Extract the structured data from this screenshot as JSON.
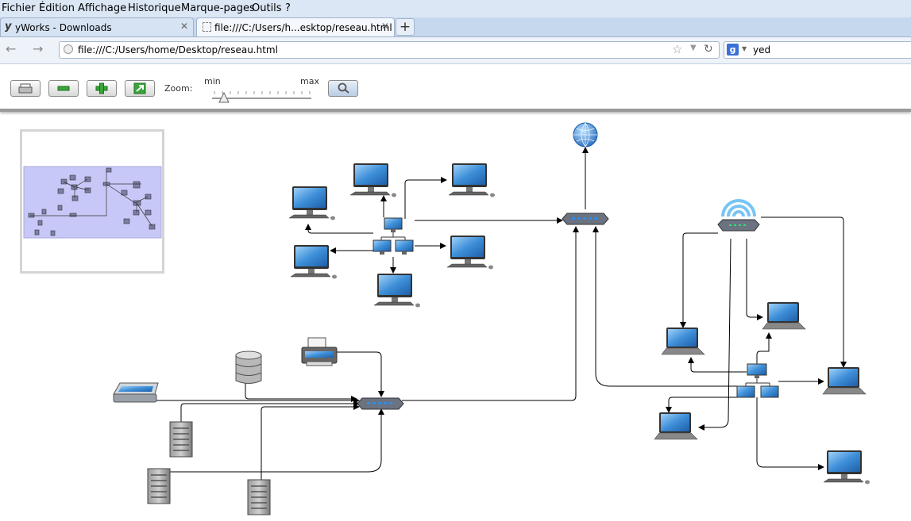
{
  "menu": [
    "Fichier",
    "Édition",
    "Affichage",
    "Historique",
    "Marque-pages",
    "Outils",
    "?"
  ],
  "tabs": [
    {
      "label": "yWorks - Downloads",
      "icon": "yworks-icon",
      "active": false
    },
    {
      "label": "file:///C:/Users/h...esktop/reseau.html",
      "icon": "page-icon",
      "active": true
    }
  ],
  "new_tab_label": "+",
  "url": "file:///C:/Users/home/Desktop/reseau.html",
  "search": {
    "engine": "google-icon",
    "value": "yed"
  },
  "toolbar": {
    "buttons": [
      "print-icon",
      "zoom-out-icon",
      "zoom-in-icon",
      "fit-content-icon",
      "search-icon"
    ],
    "zoom_label": "Zoom:",
    "zoom_min": "min",
    "zoom_max": "max",
    "zoom_level": 0.1
  },
  "diagram": {
    "nodes": [
      {
        "id": "internet",
        "type": "globe"
      },
      {
        "id": "pc1",
        "type": "desktop"
      },
      {
        "id": "pc2",
        "type": "desktop"
      },
      {
        "id": "pc3",
        "type": "desktop"
      },
      {
        "id": "pc4",
        "type": "desktop"
      },
      {
        "id": "pc5",
        "type": "desktop"
      },
      {
        "id": "pc6",
        "type": "desktop"
      },
      {
        "id": "lan_switch",
        "type": "network-hub"
      },
      {
        "id": "main_router",
        "type": "switch"
      },
      {
        "id": "server_switch",
        "type": "switch"
      },
      {
        "id": "printer",
        "type": "printer"
      },
      {
        "id": "database",
        "type": "database"
      },
      {
        "id": "scanner",
        "type": "scanner"
      },
      {
        "id": "srv1",
        "type": "server"
      },
      {
        "id": "srv2",
        "type": "server"
      },
      {
        "id": "srv3",
        "type": "server"
      },
      {
        "id": "wifi_router",
        "type": "wireless-router"
      },
      {
        "id": "wlan_hub",
        "type": "network-hub"
      },
      {
        "id": "laptop1",
        "type": "laptop"
      },
      {
        "id": "laptop2",
        "type": "laptop"
      },
      {
        "id": "laptop3",
        "type": "laptop"
      },
      {
        "id": "laptop4",
        "type": "laptop"
      },
      {
        "id": "pc7",
        "type": "desktop"
      }
    ]
  },
  "colors": {
    "menubar": "#dbe7f5",
    "tabbar": "#c6d8ee",
    "overview": "#c8c8f8",
    "screen": "#3d8fd8",
    "edge": "#000000"
  }
}
